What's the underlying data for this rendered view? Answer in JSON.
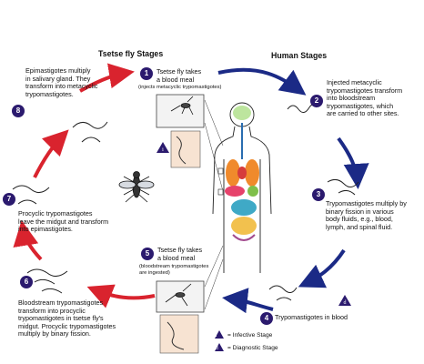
{
  "headers": {
    "tsetse": "Tsetse fly Stages",
    "human": "Human Stages"
  },
  "stages": [
    {
      "n": "1",
      "text": "Tsetse fly takes\na blood meal",
      "sub": "(injects metacyclic trypomastigotes)"
    },
    {
      "n": "2",
      "text": "Injected metacyclic\ntrypomastigotes transform\ninto bloodstream\ntrypomastigotes, which\nare carried to other sites."
    },
    {
      "n": "3",
      "text": "Trypomastigotes multiply by\nbinary fission in various\nbody fluids, e.g., blood,\nlymph, and spinal fluid."
    },
    {
      "n": "4",
      "text": "Trypomastigotes in blood"
    },
    {
      "n": "5",
      "text": "Tsetse fly takes\na blood meal",
      "sub": "(bloodstream trypomastigotes\nare ingested)"
    },
    {
      "n": "6",
      "text": "Bloodstream trypomastigotes\ntransform into procyclic\ntrypomastigotes in tsetse fly's\nmidgut. Procyclic trypomastigotes\nmultiply by binary fission."
    },
    {
      "n": "7",
      "text": "Procyclic trypomastigotes\nleave the midgut and transform\ninto epimastigotes."
    },
    {
      "n": "8",
      "text": "Epimastigotes multiply\nin salivary gland. They\ntransform into metacyclic\ntrypomastigotes."
    }
  ],
  "legend": {
    "infective_symbol": "i",
    "infective_label": "= Infective Stage",
    "diagnostic_symbol": "d",
    "diagnostic_label": "= Diagnostic Stage"
  },
  "colors": {
    "red_arrow": "#d9232e",
    "blue_arrow": "#1b2a86",
    "badge": "#2b1a6e"
  }
}
